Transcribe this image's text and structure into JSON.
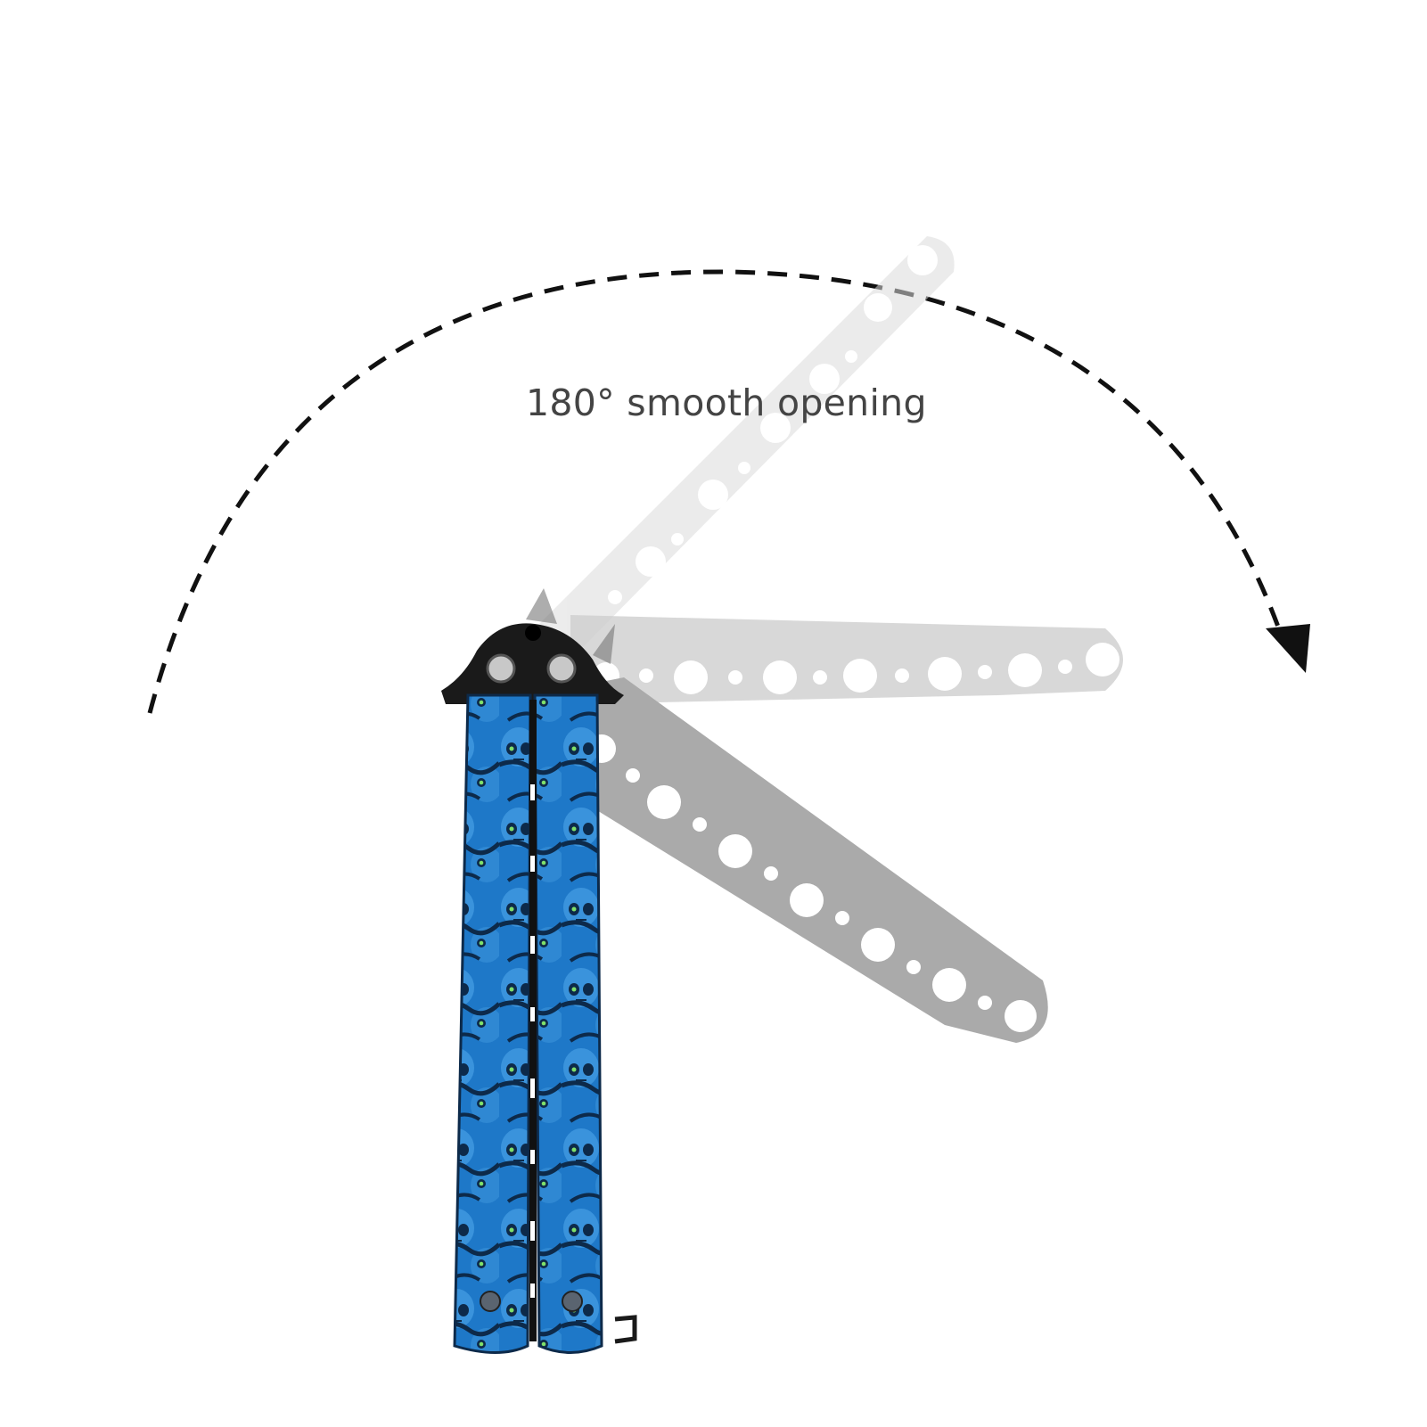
{
  "caption": "180° smooth opening",
  "colors": {
    "background": "#ffffff",
    "caption_text": "#444444",
    "arc": "#111111",
    "handle_blue": "#1e78c8",
    "handle_dark": "#0d2a4a",
    "skull_eye": "#7fe06a",
    "pivot_black": "#1a1a1a",
    "blade_far": "#e9e9e9",
    "blade_mid": "#cdcdcd",
    "blade_near": "#a9a9a9",
    "pin_silver": "#c8c8c8"
  },
  "icons": {
    "arc_arrow": "dashed-rotation-arrow-icon",
    "knife": "butterfly-trainer-knife"
  },
  "opening_angle_degrees": 180
}
